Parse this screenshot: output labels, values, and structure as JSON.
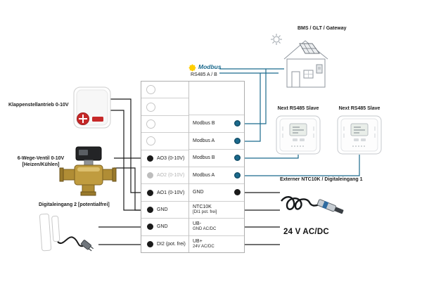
{
  "labels": {
    "damper": "Klappenstellantrieb 0-10V",
    "valve_line1": "6-Wege-Ventil 0-10V",
    "valve_line2": "[Heizen/Kühlen]",
    "digital_input2": "Digitaleingang 2 [potentialfrei]",
    "bms": "BMS / GLT / Gateway",
    "modbus_logo": "Modbus",
    "rs485": "RS485 A / B",
    "slave_left": "Next RS485 Slave",
    "slave_right": "Next RS485 Slave",
    "external_sensor": "Externer NTC10K / Digitaleingang 1",
    "power": "24 V AC/DC"
  },
  "terminals": {
    "left": [
      {
        "label": "AO3 (0-10V)",
        "state": "active"
      },
      {
        "label": "AO2 (0-10V)",
        "state": "inactive"
      },
      {
        "label": "AO1 (0-10V)",
        "state": "active"
      },
      {
        "label": "GND",
        "state": "active"
      },
      {
        "label": "GND",
        "state": "active"
      },
      {
        "label": "DI2 (pot. frei)",
        "state": "active"
      }
    ],
    "right": [
      {
        "label": "Modbus B"
      },
      {
        "label": "Modbus A"
      },
      {
        "label": "Modbus B"
      },
      {
        "label": "Modbus A"
      },
      {
        "label": "GND"
      },
      {
        "label": "NTC10K",
        "sub": "[DI1 pot. frei]"
      },
      {
        "label": "UB-",
        "sub": "GND AC/DC"
      },
      {
        "label": "UB+",
        "sub": "24V AC/DC"
      }
    ]
  },
  "colors": {
    "modbus_blue": "#1b6a8d",
    "wire_black": "#1a1a1a",
    "accent_red": "#c62828",
    "brass": "#bd9a3f",
    "star_yellow": "#ffce00"
  }
}
